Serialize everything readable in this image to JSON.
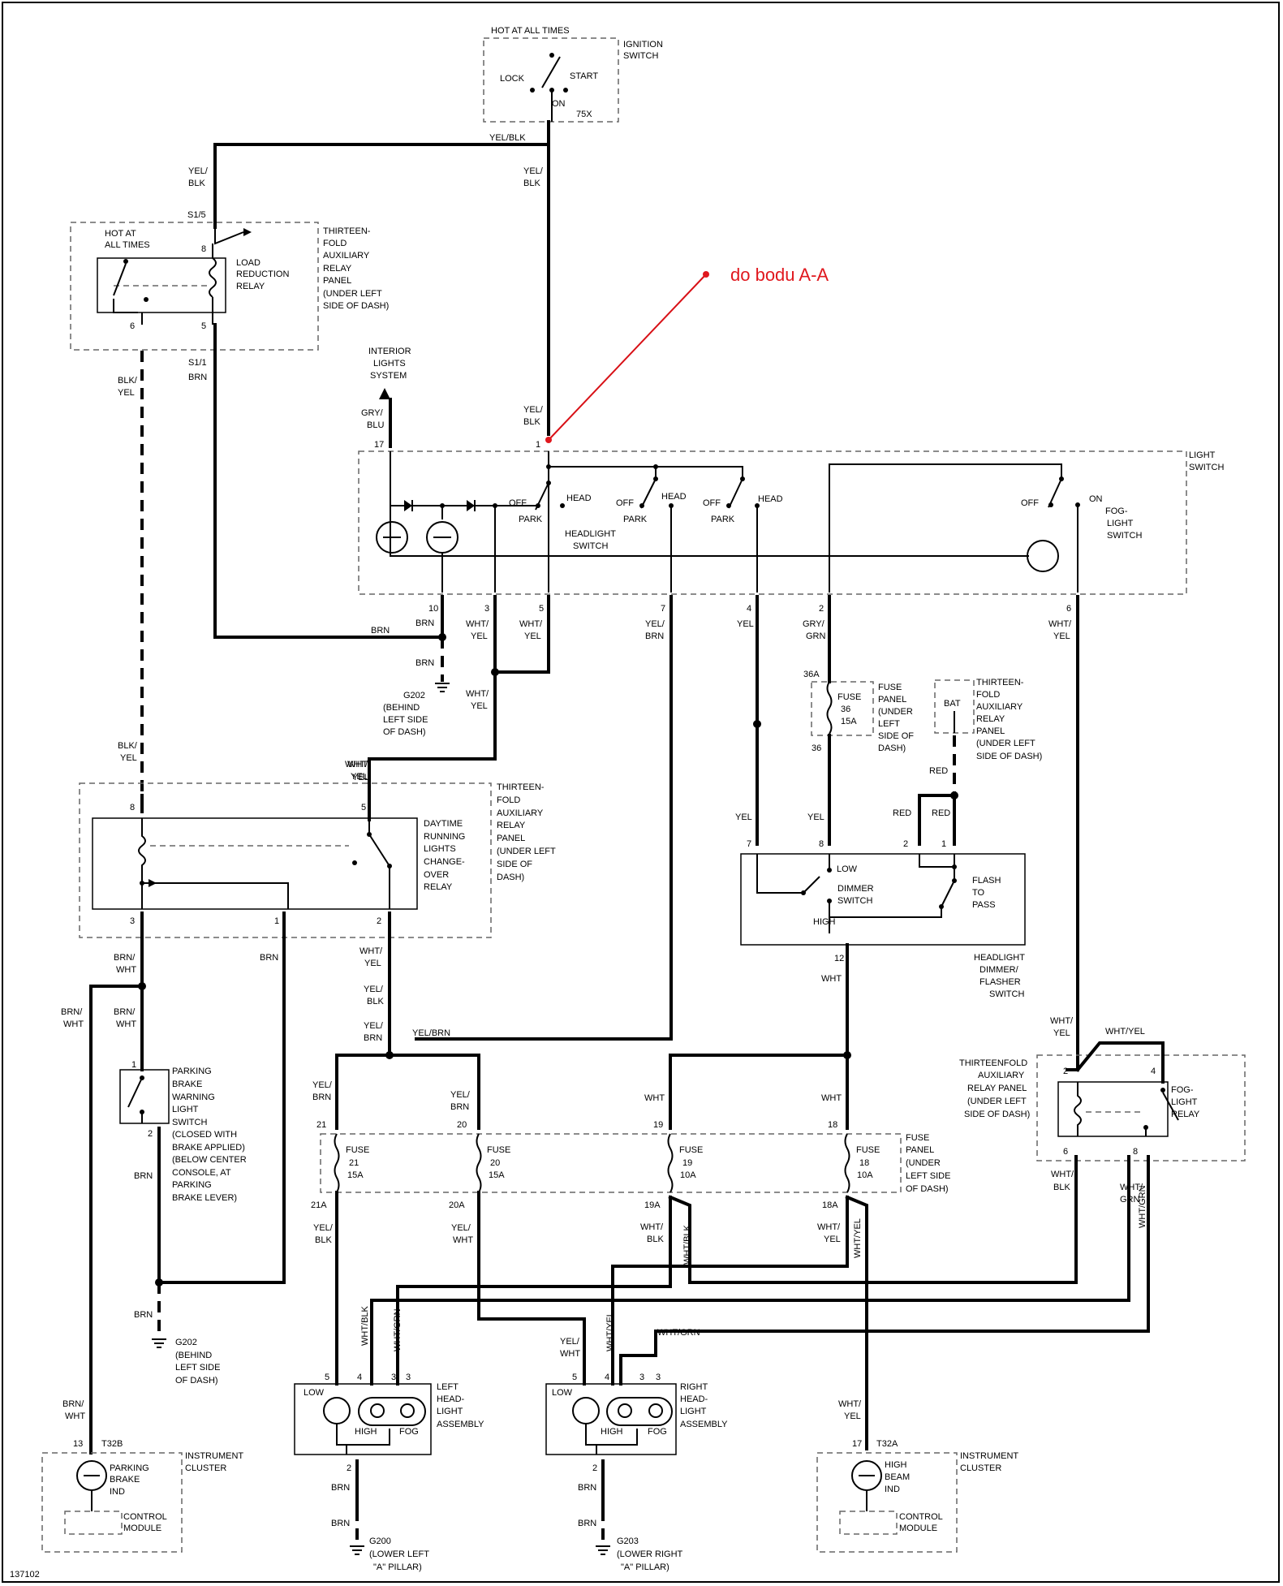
{
  "annotation": {
    "text": "do bodu A-A",
    "color": "#e0181e"
  },
  "figure_id": "137102",
  "components": {
    "ignition": {
      "header": "HOT AT ALL TIMES",
      "name": [
        "IGNITION",
        "SWITCH"
      ],
      "lock": "LOCK",
      "start": "START",
      "on": "ON",
      "pin": "75X"
    },
    "load_relay": {
      "hot": [
        "HOT AT",
        "ALL TIMES"
      ],
      "name": [
        "LOAD",
        "REDUCTION",
        "RELAY"
      ],
      "panel": [
        "THIRTEEN-",
        "FOLD",
        "AUXILIARY",
        "RELAY",
        "PANEL",
        "(UNDER LEFT",
        "SIDE OF DASH)"
      ],
      "pin_top": "8",
      "pin_l": "6",
      "pin_r": "5",
      "term_top": "S1/5",
      "term_bot": "S1/1"
    },
    "light_switch": {
      "name": [
        "LIGHT",
        "SWITCH"
      ],
      "interior": [
        "INTERIOR",
        "LIGHTS",
        "SYSTEM"
      ],
      "off": "OFF",
      "park": "PARK",
      "head": "HEAD",
      "headlight_switch": [
        "HEADLIGHT",
        "SWITCH"
      ],
      "on": "ON",
      "fog": [
        "FOG-",
        "LIGHT",
        "SWITCH"
      ],
      "pins": [
        "17",
        "1",
        "10",
        "3",
        "5",
        "7",
        "4",
        "2",
        "6"
      ]
    },
    "fuse36": {
      "name": [
        "FUSE",
        "36",
        "15A"
      ],
      "panel": [
        "FUSE",
        "PANEL",
        "(UNDER",
        "LEFT",
        "SIDE OF",
        "DASH)"
      ],
      "in": "36A",
      "out": "36"
    },
    "bat_panel": {
      "bat": "BAT",
      "panel": [
        "THIRTEEN-",
        "FOLD",
        "AUXILIARY",
        "RELAY",
        "PANEL",
        "(UNDER LEFT",
        "SIDE OF DASH)"
      ]
    },
    "ground_g202a": {
      "name": [
        "G202",
        "(BEHIND",
        "LEFT SIDE",
        "OF DASH)"
      ]
    },
    "drl": {
      "name": [
        "DAYTIME",
        "RUNNING",
        "LIGHTS",
        "CHANGE-",
        "OVER",
        "RELAY"
      ],
      "panel": [
        "THIRTEEN-",
        "FOLD",
        "AUXILIARY",
        "RELAY",
        "PANEL",
        "(UNDER LEFT",
        "SIDE OF",
        "DASH)"
      ],
      "pins": [
        "8",
        "5",
        "3",
        "1",
        "2"
      ]
    },
    "dimmer": {
      "low": "LOW",
      "high": "HIGH",
      "dimmer": [
        "DIMMER",
        "SWITCH"
      ],
      "flash": [
        "FLASH",
        "TO",
        "PASS"
      ],
      "name": [
        "HEADLIGHT",
        "DIMMER/",
        "FLASHER",
        "SWITCH"
      ],
      "pins": [
        "7",
        "8",
        "2",
        "1",
        "12"
      ]
    },
    "parking_brake": {
      "name": [
        "PARKING",
        "BRAKE",
        "WARNING",
        "LIGHT",
        "SWITCH",
        "(CLOSED WITH",
        "BRAKE APPLIED)",
        "(BELOW CENTER",
        "CONSOLE, AT",
        "PARKING",
        "BRAKE LEVER)"
      ],
      "pin_top": "1",
      "pin_bot": "2"
    },
    "ground_g202b": {
      "name": [
        "G202",
        "(BEHIND",
        "LEFT SIDE",
        "OF DASH)"
      ]
    },
    "fog_relay": {
      "panel": [
        "THIRTEENFOLD",
        "AUXILIARY",
        "RELAY PANEL",
        "(UNDER LEFT",
        "SIDE OF DASH)"
      ],
      "name": [
        "FOG-",
        "LIGHT",
        "RELAY"
      ],
      "pins": [
        "2",
        "4",
        "6",
        "8"
      ]
    },
    "fuses": [
      {
        "label": [
          "FUSE",
          "21",
          "15A"
        ],
        "top": "21",
        "bot": "21A"
      },
      {
        "label": [
          "FUSE",
          "20",
          "15A"
        ],
        "top": "20",
        "bot": "20A"
      },
      {
        "label": [
          "FUSE",
          "19",
          "10A"
        ],
        "top": "19",
        "bot": "19A"
      },
      {
        "label": [
          "FUSE",
          "18",
          "10A"
        ],
        "top": "18",
        "bot": "18A"
      }
    ],
    "fuse_panel": [
      "FUSE",
      "PANEL",
      "(UNDER",
      "LEFT SIDE",
      "OF DASH)"
    ],
    "left_hl": {
      "name": [
        "LEFT",
        "HEAD-",
        "LIGHT",
        "ASSEMBLY"
      ],
      "low": "LOW",
      "high": "HIGH",
      "fog": "FOG",
      "pins": [
        "5",
        "4",
        "3",
        "3",
        "2"
      ]
    },
    "right_hl": {
      "name": [
        "RIGHT",
        "HEAD-",
        "LIGHT",
        "ASSEMBLY"
      ],
      "low": "LOW",
      "high": "HIGH",
      "fog": "FOG",
      "pins": [
        "5",
        "4",
        "3",
        "3",
        "2"
      ]
    },
    "ground_g200": {
      "name": [
        "G200",
        "(LOWER LEFT",
        "\"A\" PILLAR)"
      ]
    },
    "ground_g203": {
      "name": [
        "G203",
        "(LOWER RIGHT",
        "\"A\" PILLAR)"
      ]
    },
    "cluster_left": {
      "conn": "T32B",
      "pin": "13",
      "ind": [
        "PARKING",
        "BRAKE",
        "IND"
      ],
      "name": [
        "INSTRUMENT",
        "CLUSTER"
      ],
      "module": [
        "CONTROL",
        "MODULE"
      ]
    },
    "cluster_right": {
      "conn": "T32A",
      "pin": "17",
      "ind": [
        "HIGH",
        "BEAM",
        "IND"
      ],
      "name": [
        "INSTRUMENT",
        "CLUSTER"
      ],
      "module": [
        "CONTROL",
        "MODULE"
      ]
    }
  },
  "wires": {
    "yel_blk_h": "YEL/BLK",
    "yel_blk_v": [
      "YEL/",
      "BLK"
    ],
    "blk_yel": [
      "BLK/",
      "YEL"
    ],
    "brn": "BRN",
    "gry_blu": [
      "GRY/",
      "BLU"
    ],
    "wht_yel": [
      "WHT/",
      "YEL"
    ],
    "yel_brn": [
      "YEL/",
      "BRN"
    ],
    "yel_brn_h": "YEL/BRN",
    "yel": "YEL",
    "gry_grn": [
      "GRY/",
      "GRN"
    ],
    "red": "RED",
    "brn_wht": [
      "BRN/",
      "WHT"
    ],
    "wht": "WHT",
    "wht_yel_h": "WHT/YEL",
    "yel_blk_b": [
      "YEL/",
      "BLK"
    ],
    "yel_wht": [
      "YEL/",
      "WHT"
    ],
    "wht_blk": [
      "WHT/",
      "BLK"
    ],
    "wht_blk_rot": "WHT/BLK",
    "wht_yel_rot": "WHT/YEL",
    "wht_grn": [
      "WHT/",
      "GRN"
    ],
    "wht_grn_rot": "WHT/GRN",
    "wht_grn_h": "WHT/GRN",
    "wht_blk_v": "WHT/BLK",
    "wht_grn_v": "WHT/GRN",
    "wht_yel_v": "WHT/YEL"
  }
}
